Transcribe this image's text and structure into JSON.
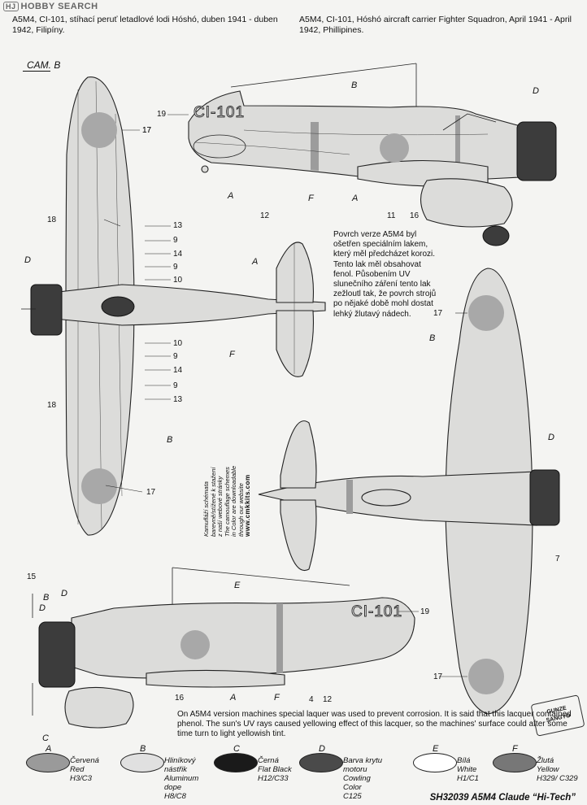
{
  "watermark": {
    "prefix": "HJ",
    "text": "HOBBY SEARCH"
  },
  "header": {
    "cz": "A5M4, CI-101, stíhací peruť letadlové lodi Hóshó, duben 1941 - duben 1942, Filipíny.",
    "en": "A5M4, CI-101, Hóshó aircraft carrier Fighter Squadron, April 1941 - April 1942, Phillipines."
  },
  "camo_label": "CAM. B",
  "aircraft_code": "CI-101",
  "note_cz": "Povrch verze A5M4 byl ošetřen speciálním lakem, který měl předcházet korozi. Tento lak měl obsahovat fenol. Působením UV slunečního záření tento lak zežloutl tak, že povrch strojů po nějaké době mohl dostat lehký žlutavý nádech.",
  "note_en": "On A5M4 version machines special laquer was used to prevent corrosion. It is said that this lacquer contained phenol. The sun's UV rays caused yellowing effect of this lacquer, so the machines' surface could after some time turn to light yellowish tint.",
  "vertical_note": {
    "line1": "Kamufláží schémata",
    "line2": "barevně/stížené k stažení",
    "line3": "z naší webové stránky",
    "line4": "The camouflage schemes",
    "line5": "in Color are downloadable",
    "line6": "through our website",
    "url": "www.cmkkits.com"
  },
  "callouts": {
    "top": {
      "n19": "19",
      "n17": "17",
      "B": "B",
      "D": "D",
      "A1": "A",
      "n12": "12",
      "F": "F",
      "A2": "A",
      "n11": "11",
      "n16": "16"
    },
    "plan": {
      "n17a": "17",
      "n18a": "18",
      "n13a": "13",
      "n9a": "9",
      "n14a": "14",
      "n9b": "9",
      "n10a": "10",
      "D": "D",
      "n10b": "10",
      "n9c": "9",
      "n14b": "14",
      "n9d": "9",
      "n13b": "13",
      "n18b": "18",
      "B": "B",
      "n17b": "17",
      "A": "A",
      "F": "F"
    },
    "under": {
      "n17a": "17",
      "B": "B",
      "D": "D",
      "n7": "7",
      "n17b": "17"
    },
    "bottom": {
      "n15": "15",
      "B": "B",
      "D1": "D",
      "D2": "D",
      "E": "E",
      "n19": "19",
      "n16": "16",
      "A": "A",
      "F": "F",
      "n4": "4",
      "n12": "12",
      "C": "C"
    }
  },
  "legend": [
    {
      "code": "A",
      "cz": "Červená",
      "en": "Red",
      "ref": "H3/C3",
      "color": "#9a9a9a"
    },
    {
      "code": "B",
      "cz": "Hliníkový nástřik",
      "en": "Aluminum dope",
      "ref": "H8/C8",
      "color": "#e0e0e0"
    },
    {
      "code": "C",
      "cz": "Černá",
      "en": "Flat Black",
      "ref": "H12/C33",
      "color": "#1a1a1a"
    },
    {
      "code": "D",
      "cz": "Barva krytu motoru",
      "en": "Cowling Color",
      "ref": "C125",
      "color": "#4a4a4a"
    },
    {
      "code": "E",
      "cz": "Bílá",
      "en": "White",
      "ref": "H1/C1",
      "color": "#ffffff"
    },
    {
      "code": "F",
      "cz": "Žlutá",
      "en": "Yellow",
      "ref": "H329/ C329",
      "color": "#777777"
    }
  ],
  "logo": {
    "line1": "GUNZE",
    "line2": "SANGYO"
  },
  "footer": "SH32039 A5M4 Claude “Hi-Tech”"
}
